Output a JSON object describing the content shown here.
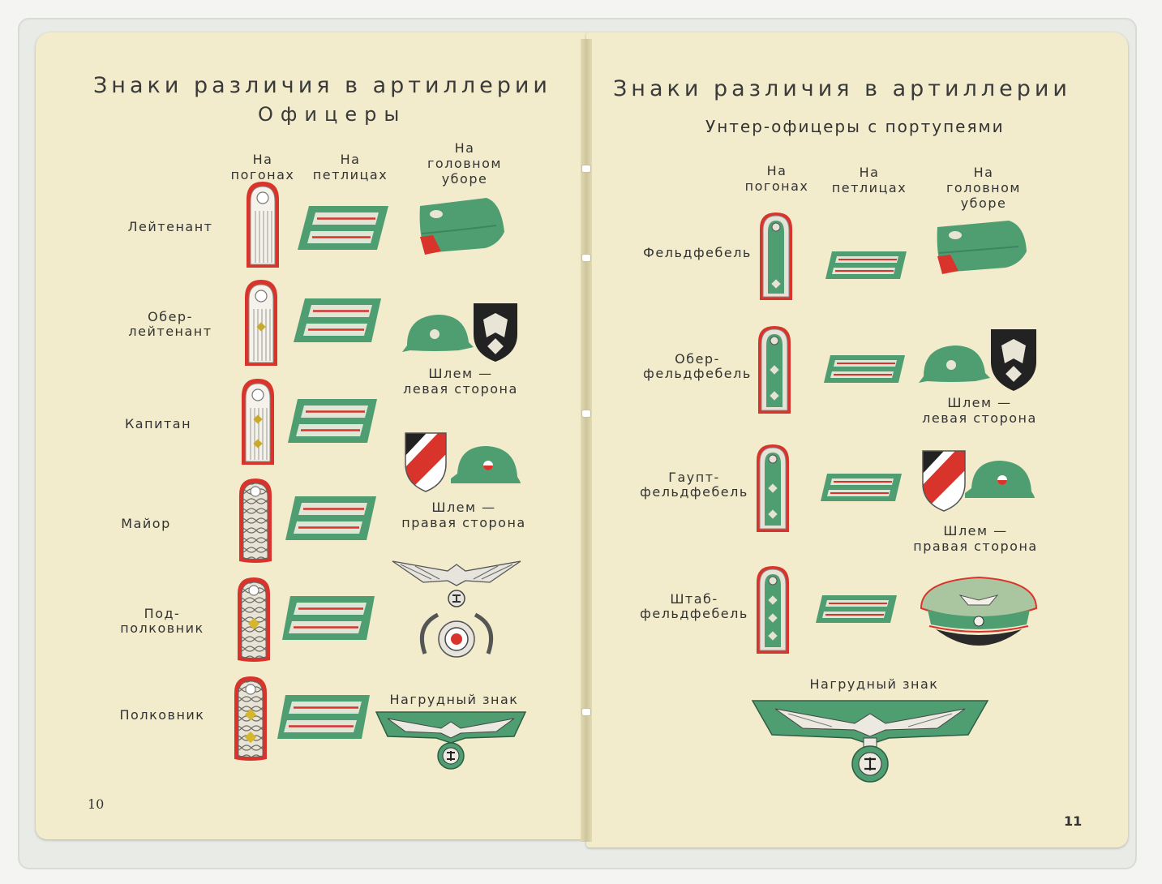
{
  "left_page": {
    "title": "Знаки различия в артиллерии",
    "subtitle": "Офицеры",
    "col_headers": [
      "На\nпогонах",
      "На\nпетлицах",
      "На\nголовном\nуборе"
    ],
    "ranks": [
      "Лейтенант",
      "Обер-\nлейтенант",
      "Капитан",
      "Майор",
      "Под-\nполковник",
      "Полковник"
    ],
    "helmet_left_caption": "Шлем —\nлевая сторона",
    "helmet_right_caption": "Шлем —\nправая сторона",
    "breast_badge_caption": "Нагрудный знак",
    "page_number": "10"
  },
  "right_page": {
    "title": "Знаки различия в артиллерии",
    "subtitle": "Унтер-офицеры с портупеями",
    "col_headers": [
      "На\nпогонах",
      "На\nпетлицах",
      "На\nголовном\nуборе"
    ],
    "ranks": [
      "Фельдфебель",
      "Обер-\nфельдфебель",
      "Гаупт-\nфельдфебель",
      "Штаб-\nфельдфебель"
    ],
    "helmet_left_caption": "Шлем —\nлевая сторона",
    "helmet_right_caption": "Шлем —\nправая сторона",
    "breast_badge_caption": "Нагрудный знак",
    "page_number": "11"
  },
  "colors": {
    "paper": "#f2eccc",
    "uniform_green": "#4f9e72",
    "artillery_red": "#d9342b",
    "strap_white": "#f4f2ea",
    "braid_grey": "#e7e3d7"
  }
}
